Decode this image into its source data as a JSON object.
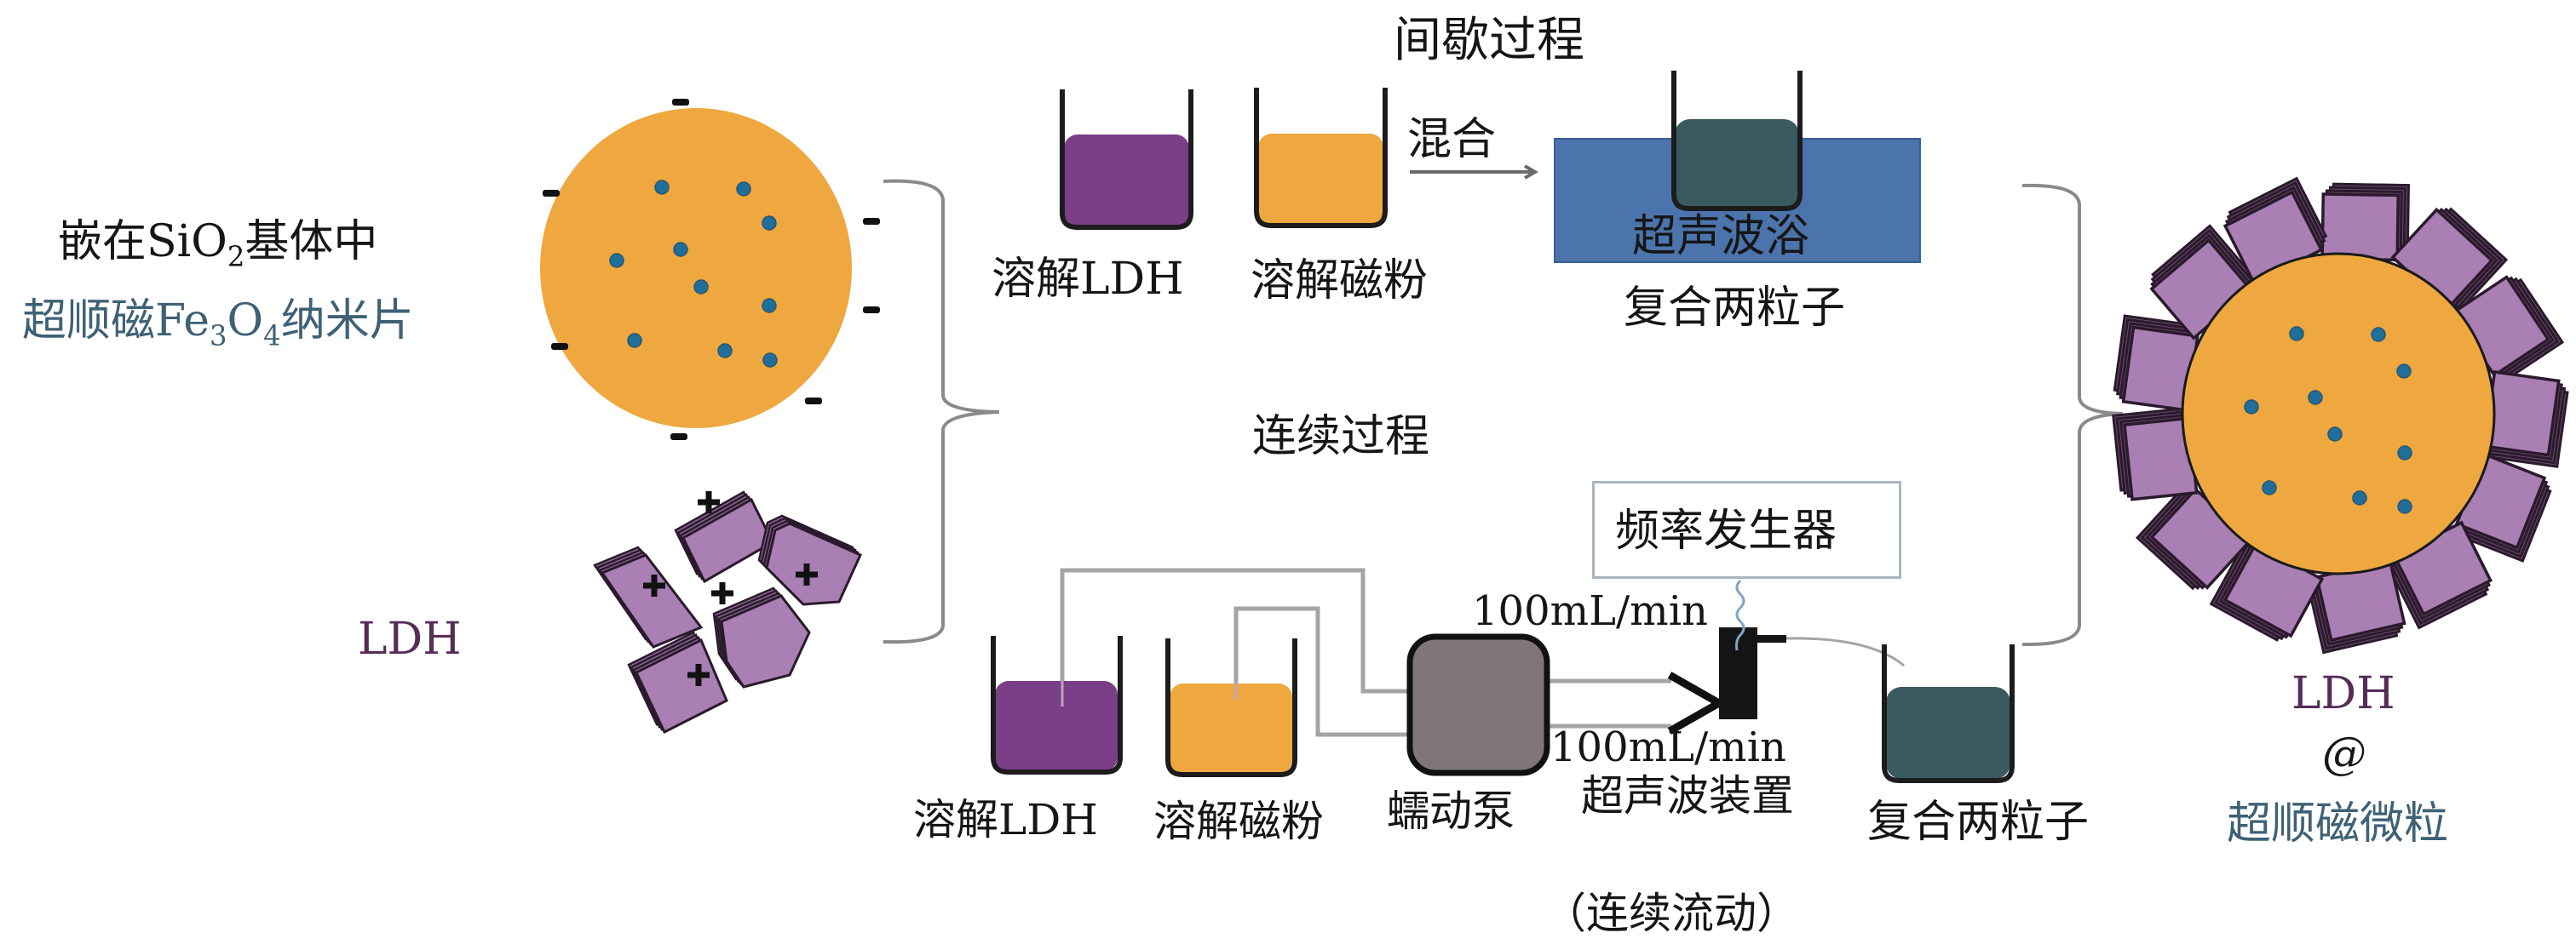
{
  "diagram": {
    "colors": {
      "silica_core": "#eea83f",
      "fe3o4_dot": "#1f6f9a",
      "ldh_platelet": "#a97fb4",
      "ldh_edge": "#2a1a2c",
      "ldh_solution": "#7b3f88",
      "magnetic_solution": "#eea83f",
      "composite_solution": "#3a5a60",
      "ultrasonic_bath": "#4b74ac",
      "pump": "#807679",
      "tube": "#a4a4a4",
      "brace": "#8a8a8a",
      "teal_text": "#3e6175",
      "plum_text": "#552d57"
    },
    "left": {
      "sio2_label": {
        "prefix": "嵌在SiO",
        "sub": "2",
        "suffix": "基体中"
      },
      "fe3o4_label": {
        "prefix": "超顺磁Fe",
        "sub1": "3",
        "mid": "O",
        "sub2": "4",
        "suffix": "纳米片"
      },
      "ldh_label": "LDH",
      "core_charge_sign": "-",
      "ldh_charge_sign": "+"
    },
    "batch": {
      "title": "间歇过程",
      "beaker_ldh_label": "溶解LDH",
      "beaker_magnetic_label": "溶解磁粉",
      "mix_label": "混合",
      "bath_label": "超声波浴",
      "result_label": "复合两粒子"
    },
    "continuous": {
      "title": "连续过程",
      "beaker_ldh_label": "溶解LDH",
      "beaker_magnetic_label": "溶解磁粉",
      "pump_label": "蠕动泵",
      "flow_rate_top": "100mL/min",
      "flow_rate_bottom": "100mL/min",
      "ultrasonic_device_label": "超声波装置",
      "frequency_generator_label": "频率发生器",
      "result_label": "复合两粒子",
      "flow_note": "（连续流动）"
    },
    "product": {
      "line1": "LDH",
      "line2": "@",
      "line3": "超顺磁微粒"
    }
  }
}
